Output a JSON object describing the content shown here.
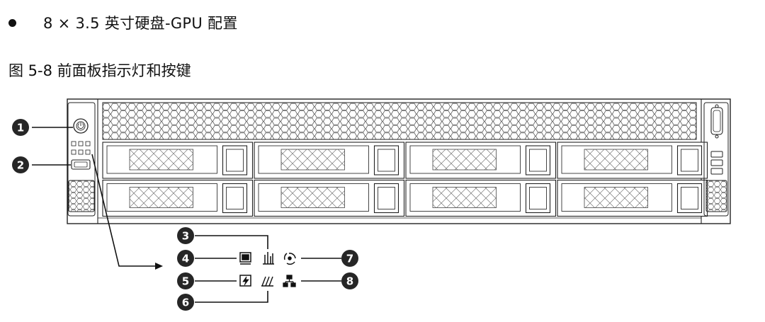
{
  "heading": {
    "text": "8 × 3.5 英寸硬盘-GPU 配置"
  },
  "figure": {
    "caption": "图 5-8 前面板指示灯和按键"
  },
  "callouts": [
    {
      "number": "1"
    },
    {
      "number": "2"
    },
    {
      "number": "3"
    },
    {
      "number": "4"
    },
    {
      "number": "5"
    },
    {
      "number": "6"
    },
    {
      "number": "7"
    },
    {
      "number": "8"
    }
  ],
  "indicator_icons": [
    {
      "name": "system-status-monitor-icon"
    },
    {
      "name": "bar-graph-icon"
    },
    {
      "name": "fan-icon"
    },
    {
      "name": "power-icon"
    },
    {
      "name": "heat-icon"
    },
    {
      "name": "network-icon"
    }
  ],
  "drive_bays": {
    "rows": 2,
    "columns": 4
  },
  "colors": {
    "ink": "#1a1a1a",
    "callout_fill": "#262626",
    "callout_text": "#ffffff",
    "panel_bg": "#ffffff"
  }
}
